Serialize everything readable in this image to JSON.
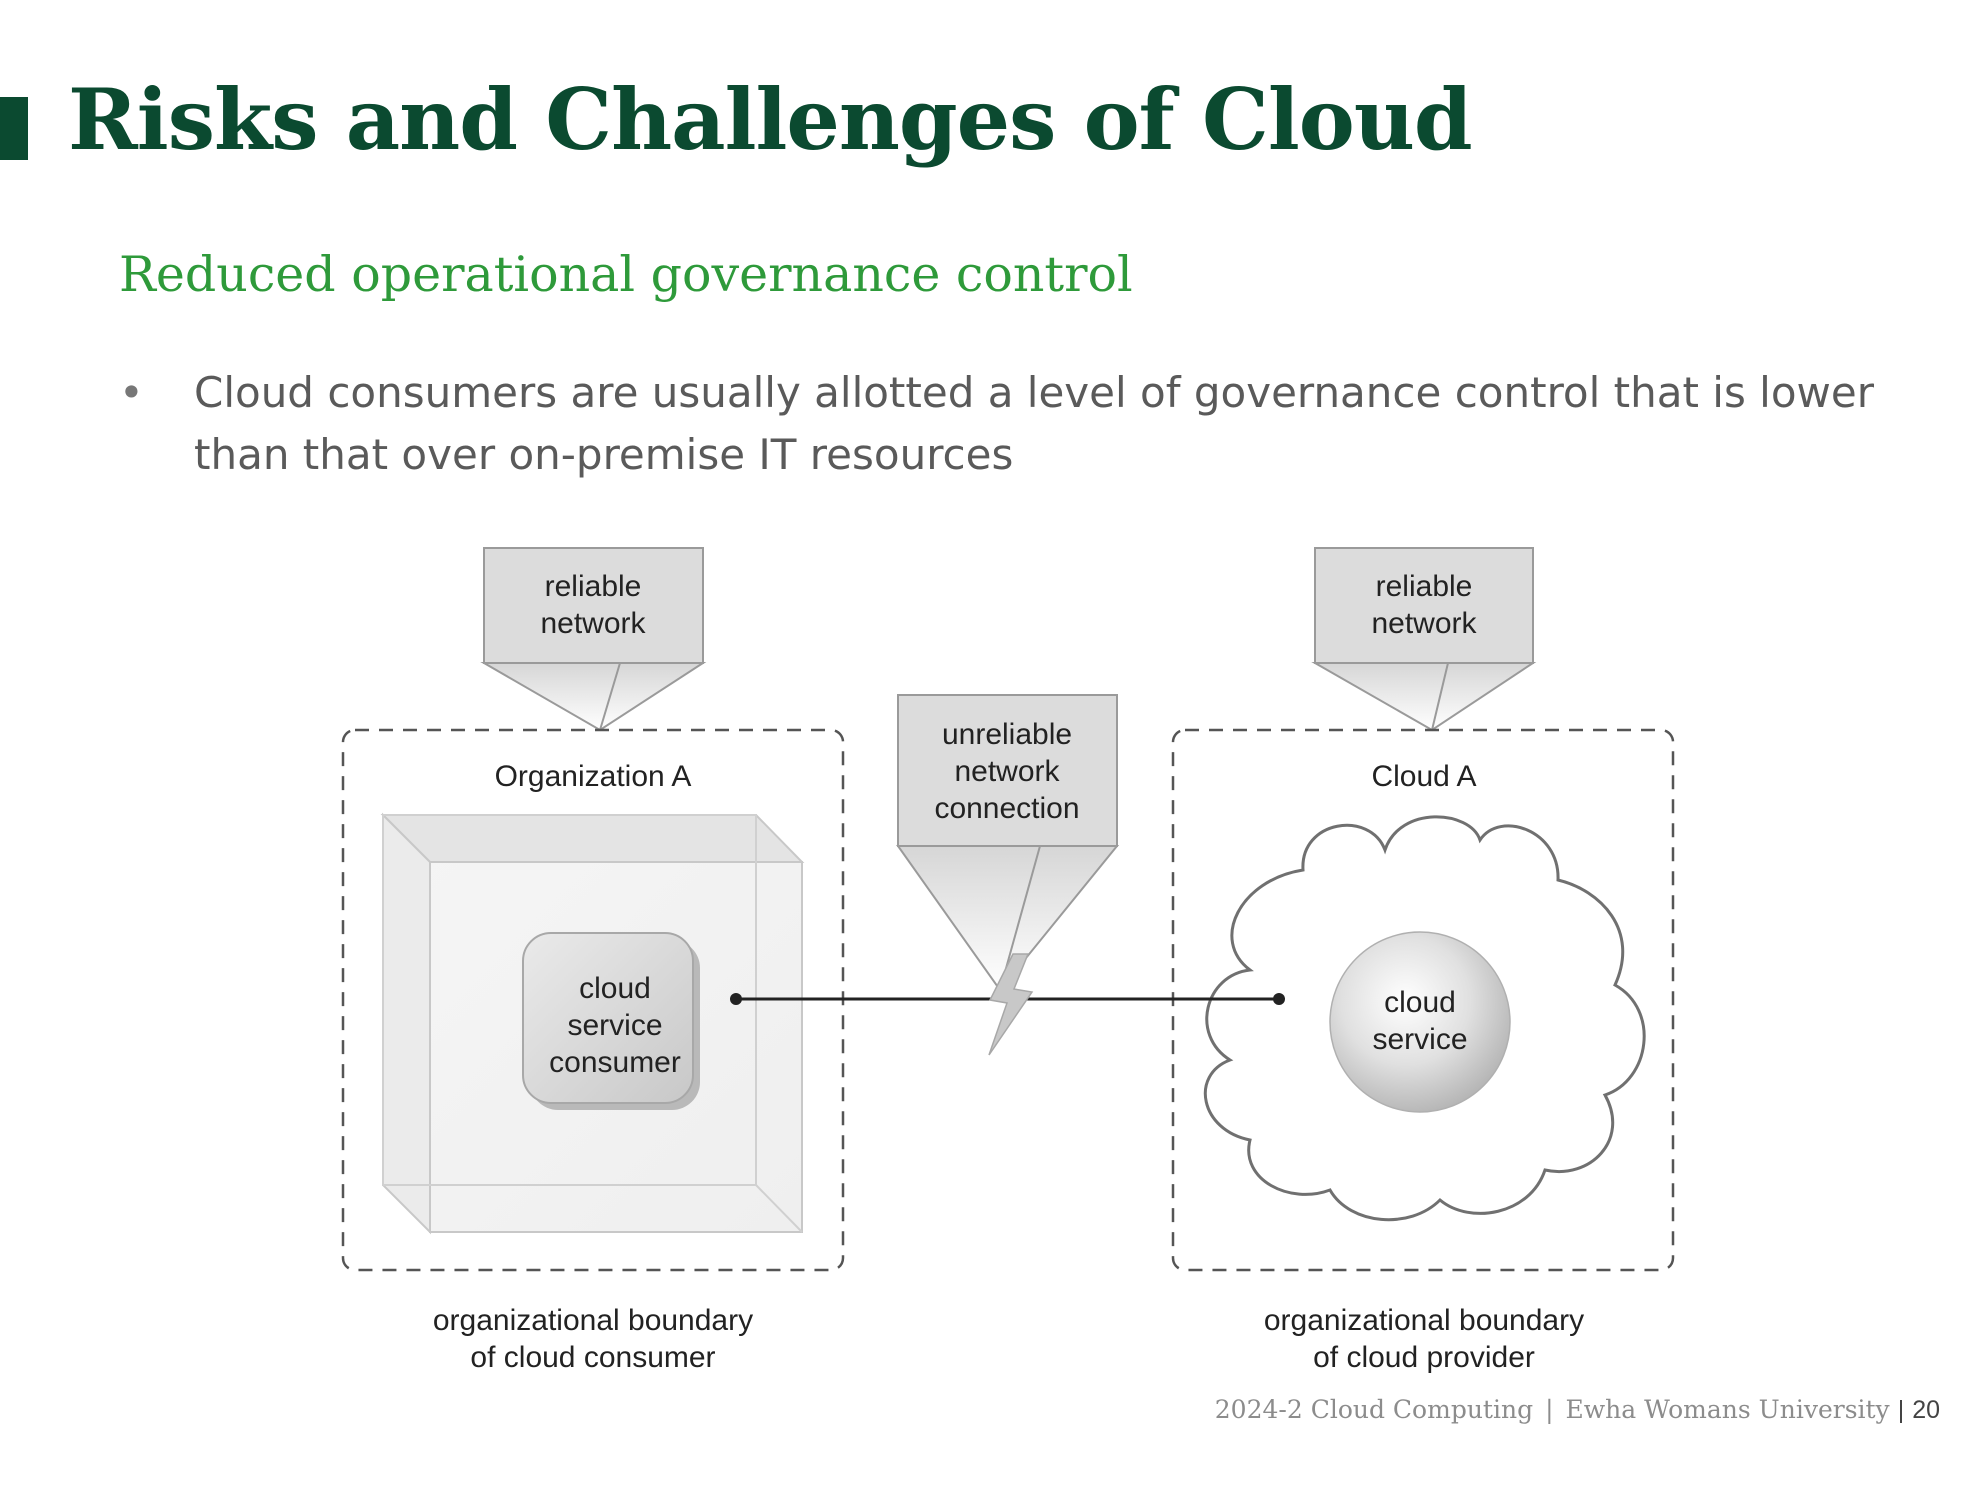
{
  "slide": {
    "title": "Risks and Challenges of Cloud",
    "subtitle": "Reduced operational governance control",
    "bullets": [
      "Cloud consumers are usually allotted a level of governance control that is lower than that over on-premise IT resources"
    ]
  },
  "diagram": {
    "left_callout": [
      "reliable",
      "network"
    ],
    "right_callout": [
      "reliable",
      "network"
    ],
    "middle_callout": [
      "unreliable",
      "network",
      "connection"
    ],
    "left_zone_label": "Organization A",
    "right_zone_label": "Cloud A",
    "consumer_label": [
      "cloud",
      "service",
      "consumer"
    ],
    "service_label": [
      "cloud",
      "service"
    ],
    "left_caption": [
      "organizational boundary",
      "of cloud consumer"
    ],
    "right_caption": [
      "organizational boundary",
      "of cloud provider"
    ]
  },
  "footer": {
    "course": "2024-2 Cloud Computing",
    "separator": "|",
    "university": "Ewha Womans University",
    "page_prefix": "|",
    "page": "20"
  },
  "colors": {
    "title": "#0b4a30",
    "subtitle": "#2e9a3a",
    "body_text": "#5a5a5a"
  }
}
